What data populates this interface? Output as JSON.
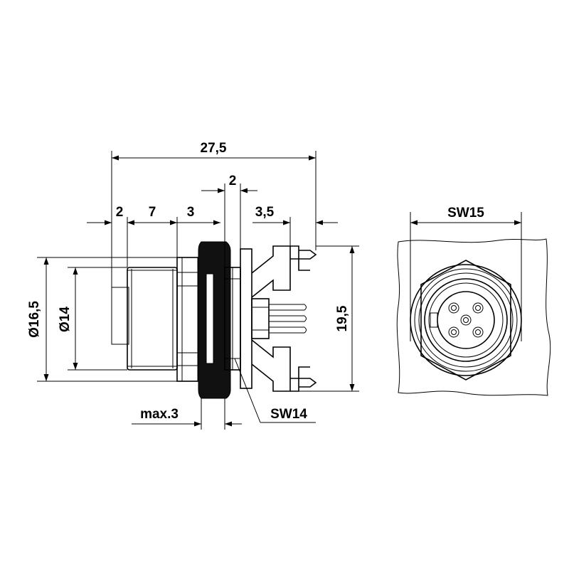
{
  "dimensions": {
    "overall_length": "27,5",
    "flange_thickness": "2",
    "seg_front_2": "2",
    "seg_7": "7",
    "seg_3": "3",
    "seg_3_5": "3,5",
    "dia_16_5": "Ø16,5",
    "dia_14": "Ø14",
    "height_19_5": "19,5",
    "panel_max": "max.3",
    "wrench_nut": "SW14",
    "wrench_front": "SW15"
  },
  "colors": {
    "line": "#000000",
    "panel_fill": "#111111",
    "background": "#ffffff"
  }
}
